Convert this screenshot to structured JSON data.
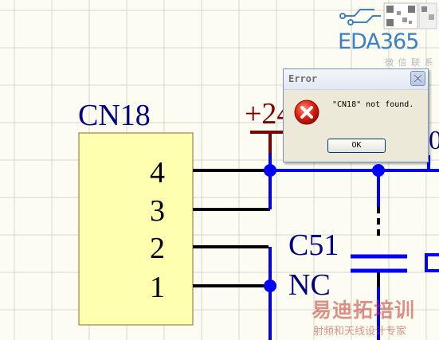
{
  "schematic": {
    "component_ref": "CN18",
    "pins": [
      "4",
      "3",
      "2",
      "1"
    ],
    "power_label_visible": "+24",
    "cut_off_label": "0",
    "capacitor_ref": "C51",
    "capacitor_value": "NC",
    "colors": {
      "wire": "#0000ff",
      "component_body": "#ffffb0",
      "text": "#000080",
      "power": "#800000",
      "grid": "#d8d8c8"
    }
  },
  "dialog": {
    "title": "Error",
    "message": "\"CN18\" not found.",
    "ok_label": "OK",
    "icon": "error-icon",
    "close_icon": "close-icon"
  },
  "watermark": {
    "logo": "EDA365",
    "logo_sub": "微 信 联 系",
    "main": "易迪拓培训",
    "sub": "射频和天线设计专家"
  }
}
